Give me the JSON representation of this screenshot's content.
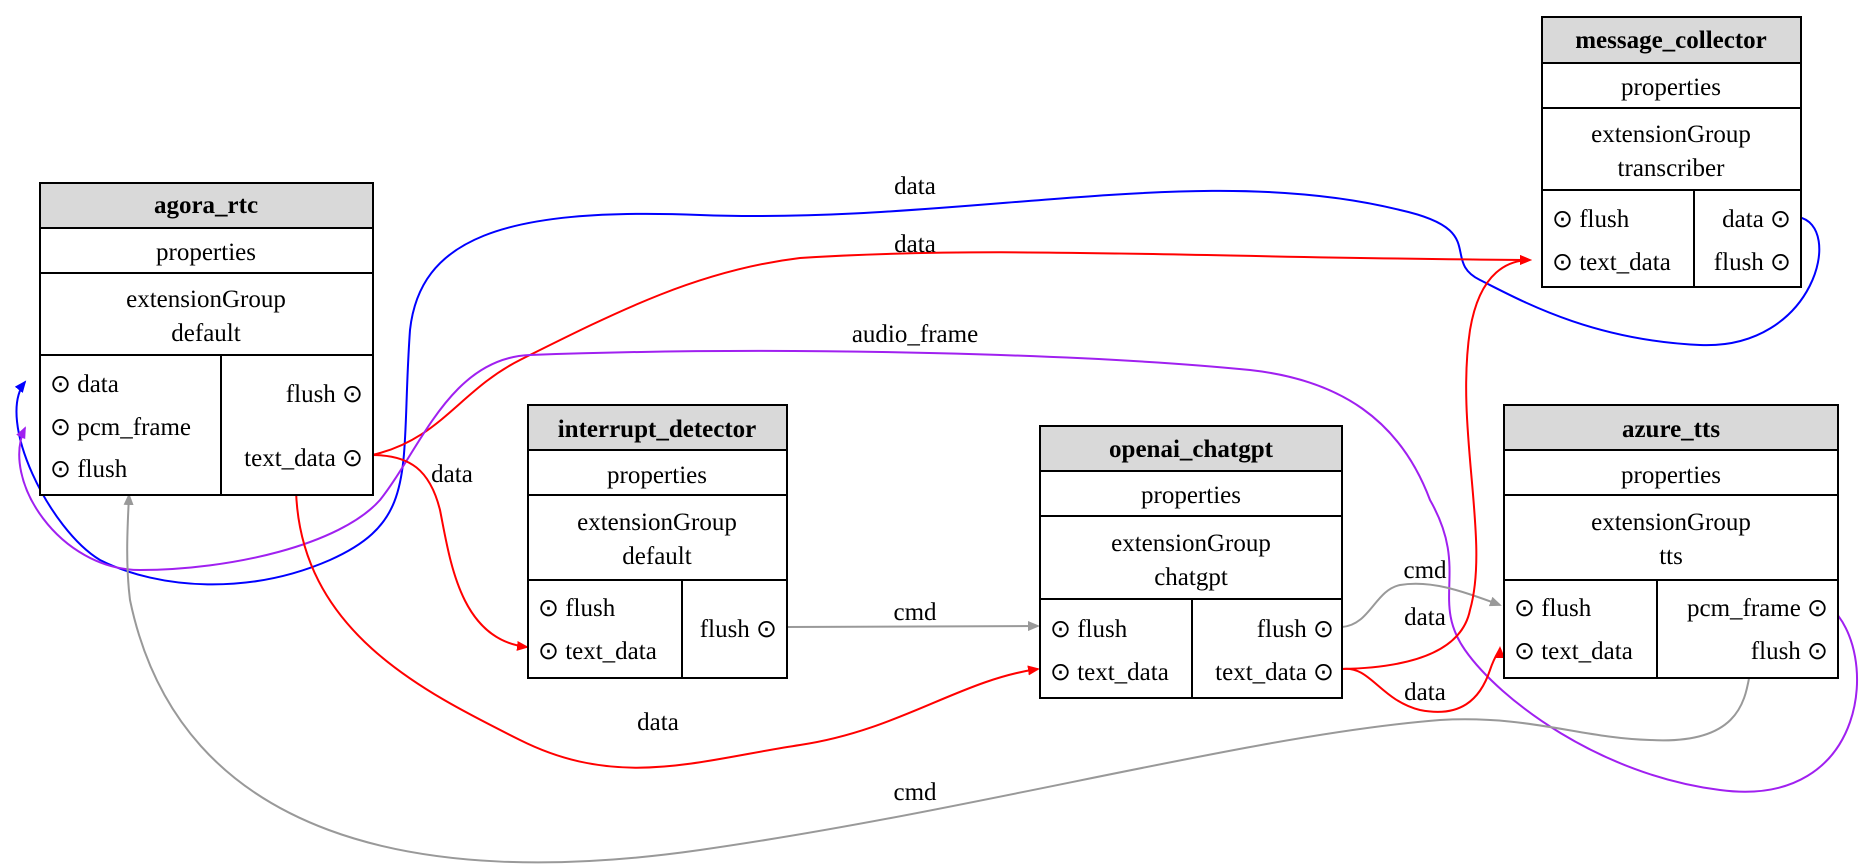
{
  "colors": {
    "header_fill": "#d9d9d9",
    "border": "#000000",
    "edge_blue": "#0000ff",
    "edge_red": "#ff0000",
    "edge_purple": "#a020f0",
    "edge_gray": "#999999"
  },
  "nodes": {
    "agora_rtc": {
      "title": "agora_rtc",
      "properties": "properties",
      "group_line1": "extensionGroup",
      "group_line2": "default",
      "inputs": [
        "⊙ data",
        "⊙ pcm_frame",
        "⊙ flush"
      ],
      "outputs": [
        "flush ⊙",
        "text_data ⊙"
      ]
    },
    "interrupt_detector": {
      "title": "interrupt_detector",
      "properties": "properties",
      "group_line1": "extensionGroup",
      "group_line2": "default",
      "inputs": [
        "⊙ flush",
        "⊙ text_data"
      ],
      "outputs": [
        "flush ⊙"
      ]
    },
    "openai_chatgpt": {
      "title": "openai_chatgpt",
      "properties": "properties",
      "group_line1": "extensionGroup",
      "group_line2": "chatgpt",
      "inputs": [
        "⊙ flush",
        "⊙ text_data"
      ],
      "outputs": [
        "flush ⊙",
        "text_data ⊙"
      ]
    },
    "message_collector": {
      "title": "message_collector",
      "properties": "properties",
      "group_line1": "extensionGroup",
      "group_line2": "transcriber",
      "inputs": [
        "⊙ flush",
        "⊙ text_data"
      ],
      "outputs": [
        "data ⊙",
        "flush ⊙"
      ]
    },
    "azure_tts": {
      "title": "azure_tts",
      "properties": "properties",
      "group_line1": "extensionGroup",
      "group_line2": "tts",
      "inputs": [
        "⊙ flush",
        "⊙ text_data"
      ],
      "outputs": [
        "pcm_frame ⊙",
        "flush ⊙"
      ]
    }
  },
  "edges": {
    "collector_data_to_agora": "data",
    "agora_text_to_collector": "data",
    "tts_pcm_to_agora": "audio_frame",
    "agora_text_to_interrupt": "data",
    "interrupt_flush_to_chatgpt": "cmd",
    "agora_text_to_chatgpt": "data",
    "chatgpt_flush_to_tts": "cmd",
    "chatgpt_text_to_collector": "data",
    "chatgpt_text_to_tts": "data",
    "tts_flush_to_agora": "cmd"
  }
}
